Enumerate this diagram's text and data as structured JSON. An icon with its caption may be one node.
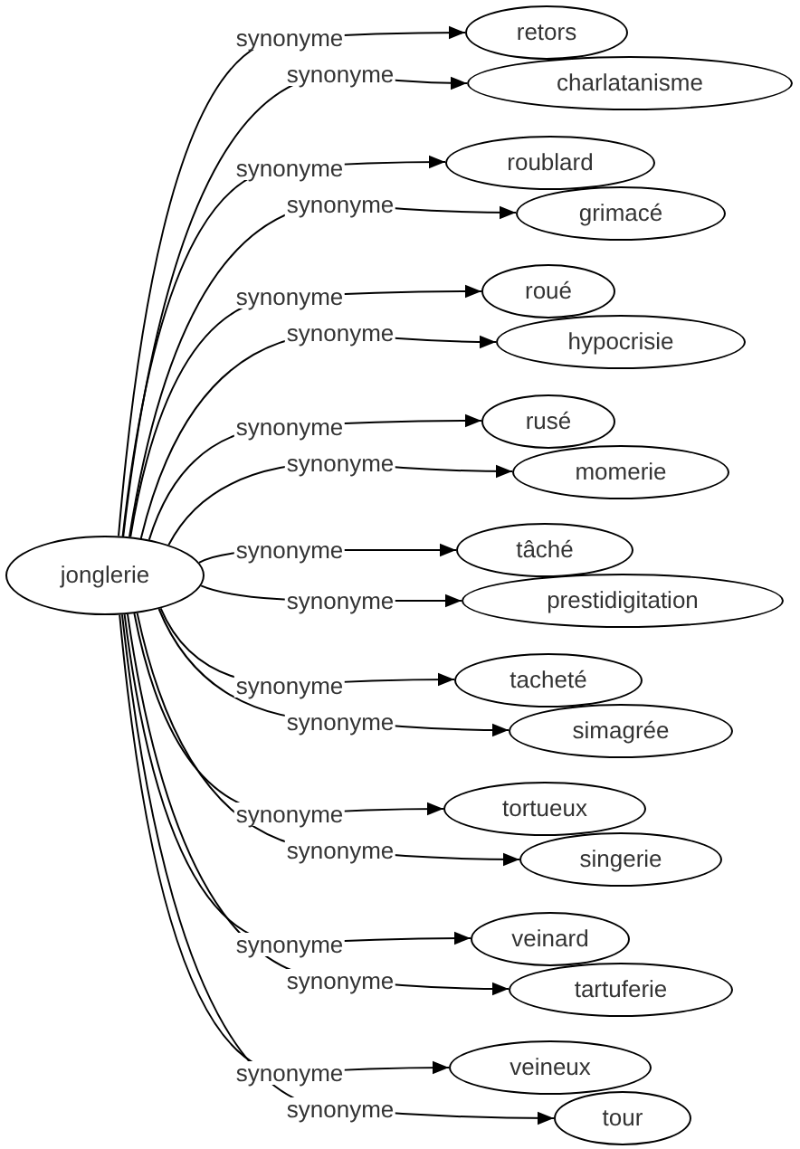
{
  "diagram": {
    "nodes": [
      {
        "text": [
          "jonglerie"
        ]
      },
      {
        "text": [
          "retors"
        ]
      },
      {
        "text": [
          "charlatanisme"
        ]
      },
      {
        "text": [
          "roublard"
        ]
      },
      {
        "text": [
          "grimacé"
        ]
      },
      {
        "text": [
          "roué"
        ]
      },
      {
        "text": [
          "hypocrisie"
        ]
      },
      {
        "text": [
          "rusé"
        ]
      },
      {
        "text": [
          "momerie"
        ]
      },
      {
        "text": [
          "tâché"
        ]
      },
      {
        "text": [
          "prestidigitation"
        ]
      },
      {
        "text": [
          "tacheté"
        ]
      },
      {
        "text": [
          "simagrée"
        ]
      },
      {
        "text": [
          "tortueux"
        ]
      },
      {
        "text": [
          "singerie"
        ]
      },
      {
        "text": [
          "veinard"
        ]
      },
      {
        "text": [
          "tartuferie"
        ]
      },
      {
        "text": [
          "veineux"
        ]
      },
      {
        "text": [
          "tour"
        ]
      }
    ],
    "edges": [
      {
        "from": 0,
        "to": 1,
        "arrow": "to",
        "label": "synonyme"
      },
      {
        "from": 0,
        "to": 2,
        "arrow": "to",
        "label": "synonyme"
      },
      {
        "from": 0,
        "to": 3,
        "arrow": "to",
        "label": "synonyme"
      },
      {
        "from": 0,
        "to": 4,
        "arrow": "to",
        "label": "synonyme"
      },
      {
        "from": 0,
        "to": 5,
        "arrow": "to",
        "label": "synonyme"
      },
      {
        "from": 0,
        "to": 6,
        "arrow": "to",
        "label": "synonyme"
      },
      {
        "from": 0,
        "to": 7,
        "arrow": "to",
        "label": "synonyme"
      },
      {
        "from": 0,
        "to": 8,
        "arrow": "to",
        "label": "synonyme"
      },
      {
        "from": 0,
        "to": 9,
        "arrow": "to",
        "label": "synonyme"
      },
      {
        "from": 0,
        "to": 10,
        "arrow": "to",
        "label": "synonyme"
      },
      {
        "from": 0,
        "to": 11,
        "arrow": "to",
        "label": "synonyme"
      },
      {
        "from": 0,
        "to": 12,
        "arrow": "to",
        "label": "synonyme"
      },
      {
        "from": 0,
        "to": 13,
        "arrow": "to",
        "label": "synonyme"
      },
      {
        "from": 0,
        "to": 14,
        "arrow": "to",
        "label": "synonyme"
      },
      {
        "from": 0,
        "to": 15,
        "arrow": "to",
        "label": "synonyme"
      },
      {
        "from": 0,
        "to": 16,
        "arrow": "to",
        "label": "synonyme"
      },
      {
        "from": 0,
        "to": 17,
        "arrow": "to",
        "label": "synonyme"
      },
      {
        "from": 0,
        "to": 18,
        "arrow": "to",
        "label": "synonyme"
      }
    ]
  }
}
